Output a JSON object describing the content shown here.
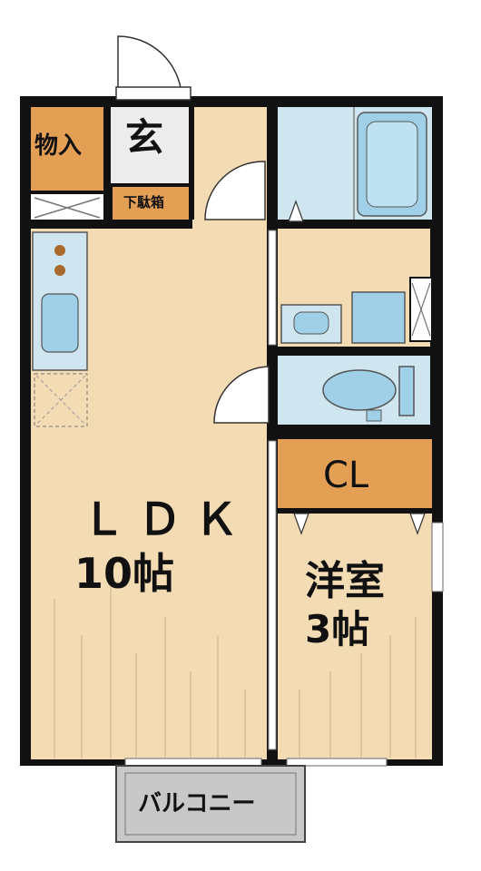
{
  "rooms": {
    "ldk_label": "ＬＤＫ",
    "ldk_size": "10帖",
    "western_label": "洋室",
    "western_size": "3帖",
    "closet": "CL",
    "entrance": "玄",
    "storage": "物入",
    "shoe_box": "下駄箱",
    "balcony": "バルコニー"
  },
  "colors": {
    "wall": "#111111",
    "floor": "#f3dbb3",
    "storage": "#e3a055",
    "water": "#cfe6f1",
    "fixture": "#9fd0e8",
    "entrance": "#ececec",
    "balcony": "#c8c8c8"
  }
}
